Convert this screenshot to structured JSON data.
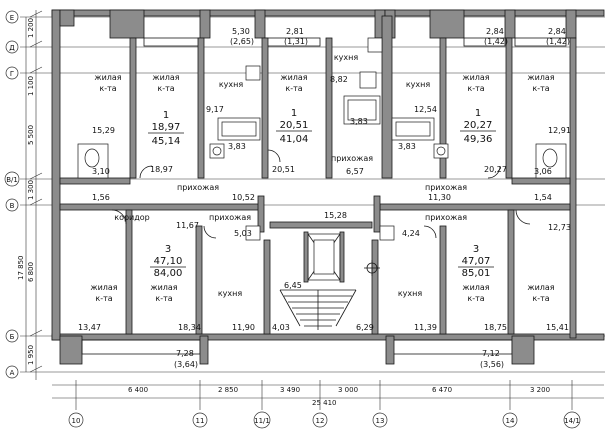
{
  "grid": {
    "rows": [
      "Е",
      "Д",
      "Г",
      "В/1",
      "В",
      "Б",
      "А"
    ],
    "cols": [
      "10",
      "11",
      "11/1",
      "12",
      "13",
      "14",
      "14/1"
    ]
  },
  "left_dims": [
    "1 200",
    "1 100",
    "5 500",
    "1 300",
    "17 850",
    "6 800",
    "1 950"
  ],
  "bottom_dims": [
    "6 400",
    "2 850",
    "3 490",
    "3 000",
    "6 470",
    "3 200"
  ],
  "total_dim": "25 410",
  "labels": {
    "living": "жилая",
    "room": "к-та",
    "kitchen": "кухня",
    "hall": "прихожая",
    "corridor": "коридор"
  },
  "apartments": [
    {
      "rooms": "1",
      "living": "18,97",
      "total": "45,14"
    },
    {
      "rooms": "1",
      "living": "20,51",
      "total": "41,04"
    },
    {
      "rooms": "1",
      "living": "20,27",
      "total": "49,36"
    },
    {
      "rooms": "3",
      "living": "47,10",
      "total": "84,00"
    },
    {
      "rooms": "3",
      "living": "47,07",
      "total": "85,01"
    }
  ],
  "areas": {
    "a1": "5,30",
    "a1b": "(2,65)",
    "a2": "2,81",
    "a2b": "(1,31)",
    "a3": "2,84",
    "a3b": "(1,42)",
    "a4": "2,84",
    "a4b": "(1,42)",
    "a5": "15,29",
    "a6": "18,97",
    "a7": "9,17",
    "a8": "3,83",
    "a9": "20,51",
    "a10": "8,82",
    "a11": "3,83",
    "a12": "3,83",
    "a13": "12,54",
    "a14": "20,27",
    "a15": "12,91",
    "a16": "3,10",
    "a17": "6,57",
    "a18": "10,52",
    "a19": "3,06",
    "a20": "1,56",
    "a21": "11,30",
    "a22": "1,54",
    "a23": "15,28",
    "a24": "11,67",
    "a25": "5,03",
    "a26": "4,24",
    "a27": "12,73",
    "a28": "6,45",
    "a29": "13,47",
    "a30": "18,34",
    "a31": "11,90",
    "a32": "4,03",
    "a33": "6,29",
    "a34": "11,39",
    "a35": "18,75",
    "a36": "15,41",
    "a37": "7,28",
    "a37b": "(3,64)",
    "a38": "7,12",
    "a38b": "(3,56)"
  }
}
